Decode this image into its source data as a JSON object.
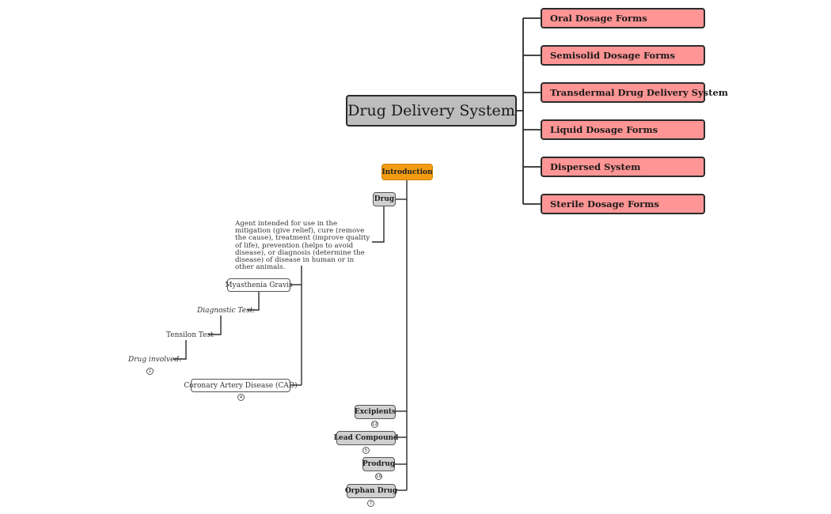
{
  "root": {
    "title": "Drug Delivery System"
  },
  "branches": [
    "Oral Dosage Forms",
    "Semisolid Dosage Forms",
    "Transdermal Drug Delivery System",
    "Liquid Dosage Forms",
    "Dispersed System",
    "Sterile Dosage Forms"
  ],
  "introduction": {
    "title": "Introduction",
    "drug": {
      "label": "Drug",
      "definition": "Agent intended for use in the mitigation (give relief), cure (remove the cause), treatment (improve quality of life), prevention (helps to avoid disease), or diagnosis (determine the disease) of disease in human or in other animals.",
      "myasthenia": "Myasthenia Gravis",
      "diagnostic_test": "Diagnostic Test:",
      "tensilon": "Tensilon Test",
      "drug_involved": "Drug involved:",
      "drug_involved_count": "1",
      "cad": "Coronary Artery Disease (CAD)",
      "cad_count": "4"
    },
    "items": [
      {
        "label": "Excipients",
        "count": "12"
      },
      {
        "label": "Lead Compound",
        "count": "5"
      },
      {
        "label": "Prodrug",
        "count": "16"
      },
      {
        "label": "Orphan Drug",
        "count": "7"
      }
    ]
  },
  "colors": {
    "root_fill": "#bdbdbd",
    "branch_fill": "#ff9595",
    "intro_fill": "#f39c12",
    "topic_fill": "#d0d0d0",
    "line": "#2b2b2b"
  }
}
